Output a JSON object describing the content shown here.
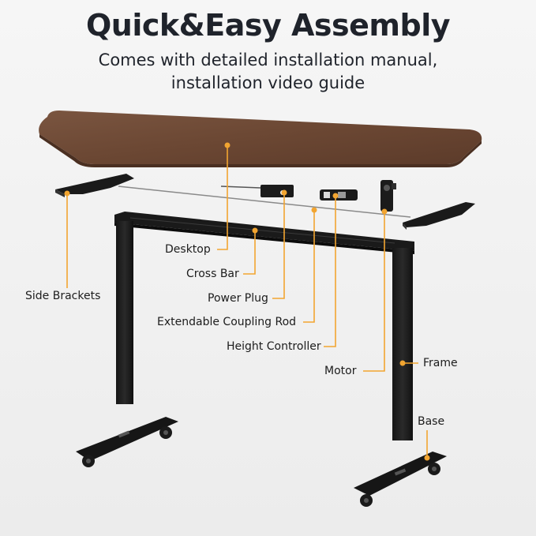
{
  "heading": {
    "title": "Quick&Easy Assembly",
    "subtitle_line1": "Comes with detailed installation manual,",
    "subtitle_line2": "installation video guide"
  },
  "colors": {
    "callout": "#f2a531",
    "desktop": "#6e4a36",
    "frame": "#1c1c1c",
    "text": "#1f232b"
  },
  "parts": {
    "desktop": "Desktop",
    "cross_bar": "Cross Bar",
    "power_plug": "Power Plug",
    "side_brackets": "Side Brackets",
    "coupling_rod": "Extendable Coupling Rod",
    "height_controller": "Height Controller",
    "motor": "Motor",
    "frame": "Frame",
    "base": "Base"
  }
}
